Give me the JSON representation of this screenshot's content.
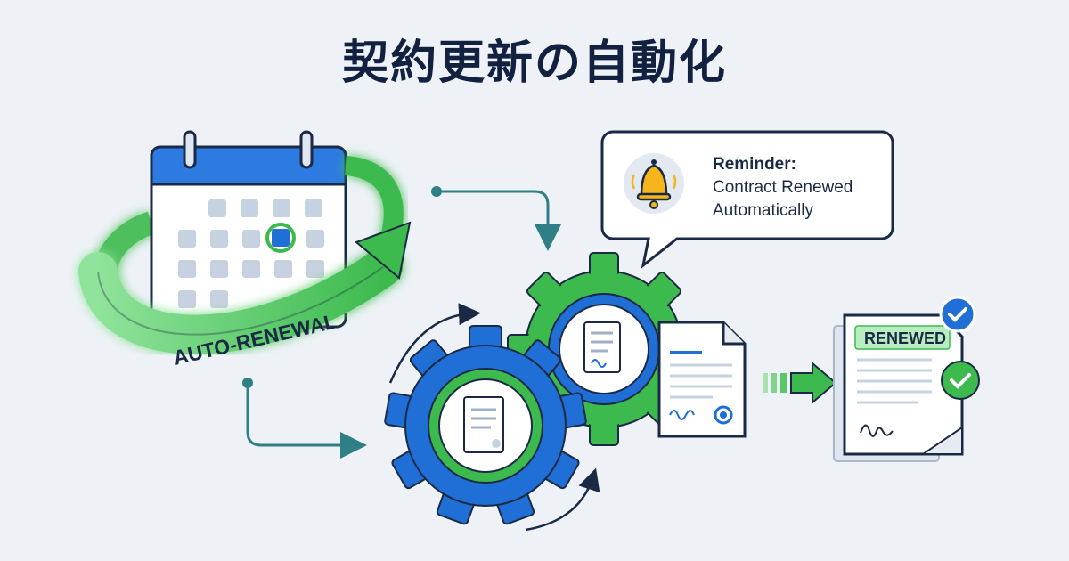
{
  "title": "契約更新の自動化",
  "calendar": {
    "ribbon_label": "AUTO-RENEWAL"
  },
  "reminder": {
    "title": "Reminder:",
    "line1": "Contract Renewed",
    "line2": "Automatically"
  },
  "renewed_doc": {
    "stamp": "RENEWED"
  },
  "colors": {
    "blue": "#1f6fd6",
    "green": "#3dba4e",
    "navy": "#12213f",
    "teal": "#2e7f86"
  }
}
